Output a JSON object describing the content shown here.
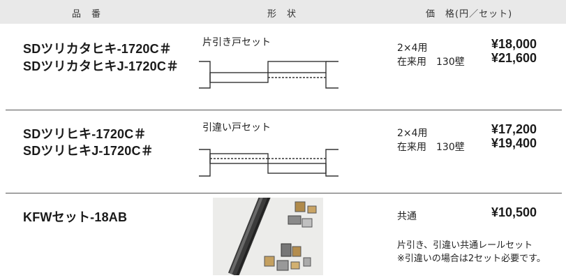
{
  "header": {
    "col_product": "品　番",
    "col_shape": "形　状",
    "col_price": "価　格(円／セット)"
  },
  "rows": [
    {
      "names": [
        "SDツリカタヒキ-1720C＃",
        "SDツリカタヒキJ-1720C＃"
      ],
      "shape_label": "片引き戸セット",
      "prices": [
        {
          "label": "2×4用",
          "value": "¥18,000"
        },
        {
          "label": "在来用　130壁",
          "value": "¥21,600"
        }
      ]
    },
    {
      "names": [
        "SDツリヒキ-1720C＃",
        "SDツリヒキJ-1720C＃"
      ],
      "shape_label": "引違い戸セット",
      "prices": [
        {
          "label": "2×4用",
          "value": "¥17,200"
        },
        {
          "label": "在来用　130壁",
          "value": "¥19,400"
        }
      ]
    },
    {
      "names": [
        "KFWセット-18AB"
      ],
      "prices": [
        {
          "label": "共通",
          "value": "¥10,500"
        }
      ],
      "notes": [
        "片引き、引違い共通レールセット",
        "※引違いの場合は2セット必要です。"
      ]
    }
  ]
}
